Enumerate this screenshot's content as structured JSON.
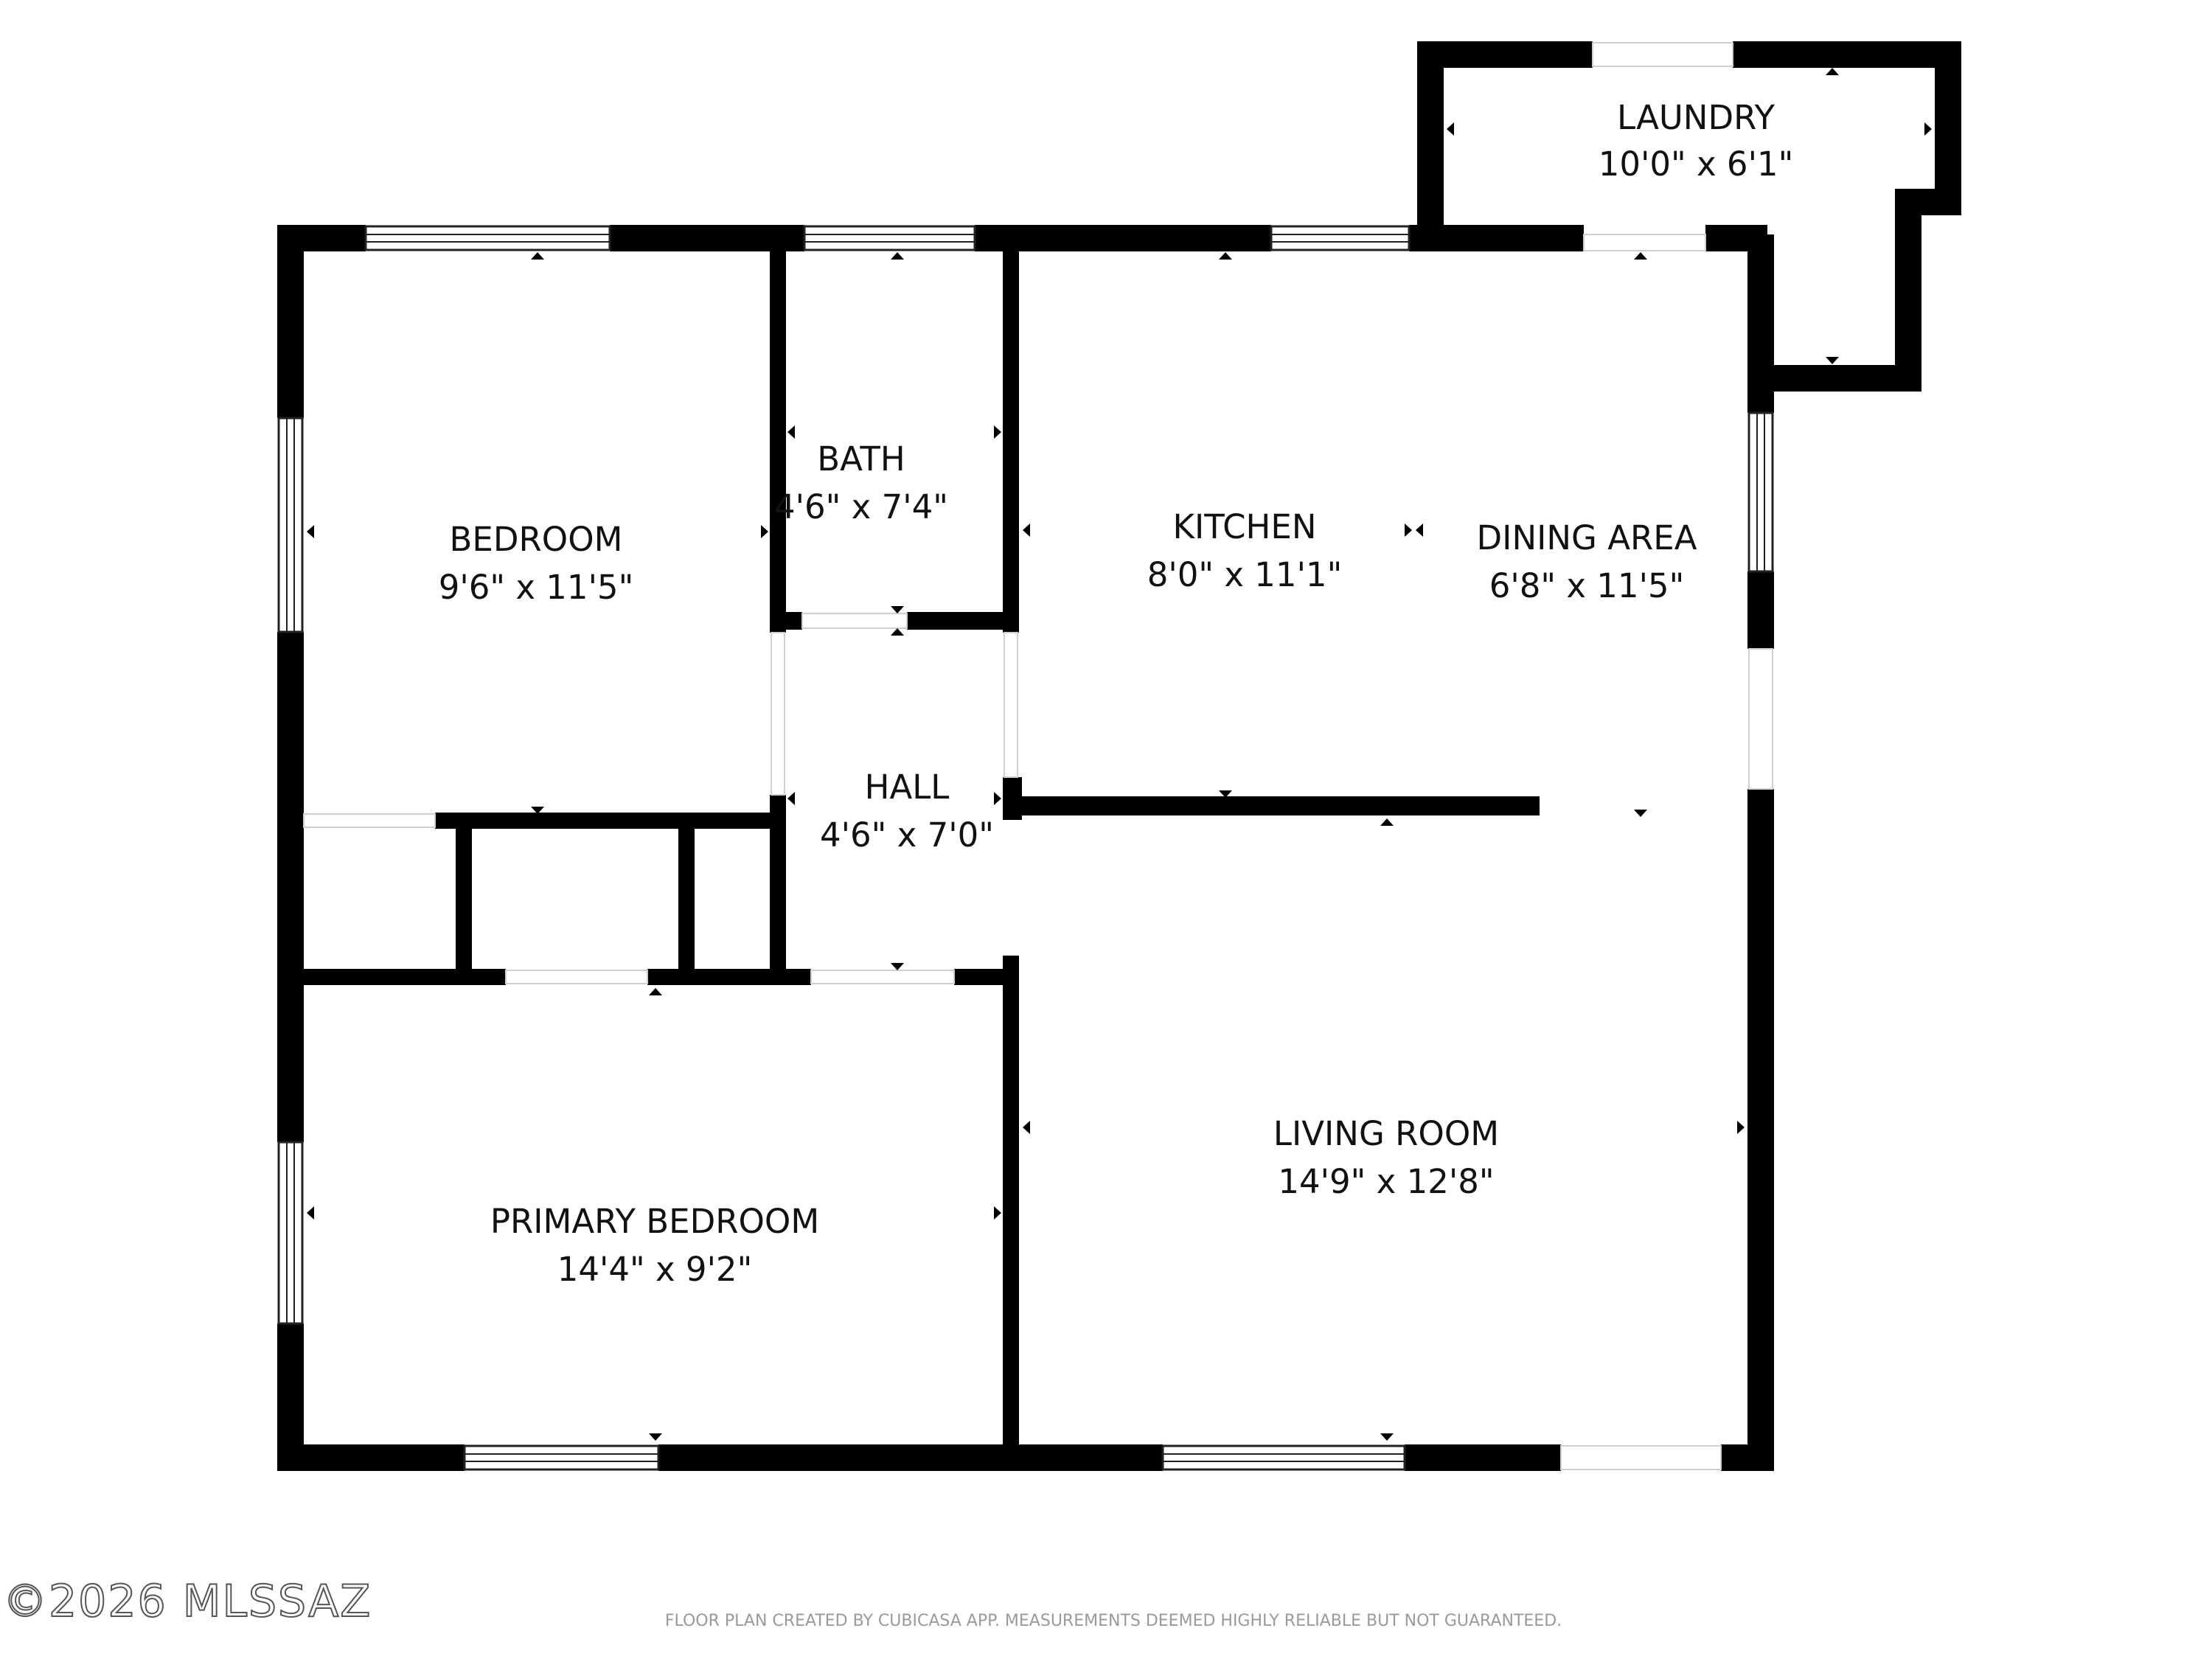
{
  "rooms": {
    "laundry": {
      "name": "LAUNDRY",
      "size": "10'0\" x 6'1\""
    },
    "bedroom": {
      "name": "BEDROOM",
      "size": "9'6\" x 11'5\""
    },
    "bath": {
      "name": "BATH",
      "size": "4'6\" x 7'4\""
    },
    "kitchen": {
      "name": "KITCHEN",
      "size": "8'0\" x 11'1\""
    },
    "dining": {
      "name": "DINING AREA",
      "size": "6'8\" x 11'5\""
    },
    "hall": {
      "name": "HALL",
      "size": "4'6\" x 7'0\""
    },
    "living": {
      "name": "LIVING ROOM",
      "size": "14'9\" x 12'8\""
    },
    "primary": {
      "name": "PRIMARY BEDROOM",
      "size": "14'4\" x 9'2\""
    }
  },
  "footer": {
    "note": "FLOOR PLAN CREATED BY CUBICASA APP. MEASUREMENTS DEEMED HIGHLY RELIABLE BUT NOT GUARANTEED.",
    "watermark": "©2026 MLSSAZ"
  },
  "colors": {
    "wall": "#000000",
    "background": "#ffffff",
    "footer_text": "#9a9a9a"
  }
}
